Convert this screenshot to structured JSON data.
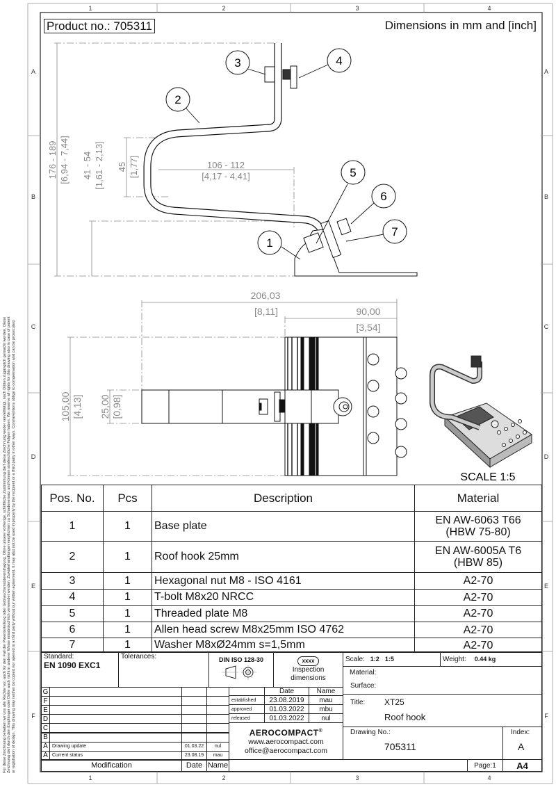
{
  "frame": {
    "columns": [
      "1",
      "2",
      "3",
      "4"
    ],
    "rows": [
      "A",
      "B",
      "C",
      "D",
      "E",
      "F"
    ]
  },
  "header": {
    "product_no": "Product no.: 705311",
    "units": "Dimensions in mm and [inch]"
  },
  "legal_notice": "Für diese Zeichnung behalten wir uns alle Rechte vor, auch für den Fall der Patenterteilung oder Gebrauchsmustereintragung. Ohne unsere vorherige, schriftliche Zustimmung darf diese Zeichnung weder vervielfältigt, noch Dritten zugänglich gemacht werden. Diese Zeichnung darf durch den Empfänger oder Dritte auch nicht in anderer Weise missbräuchlich verwendet werden. Zuwiderhandlungen verpflichten zu Schadenersatz und können strafrechtliche Folgen haben. We reserve all rights for this drawing also in case of patent or registration of design. This drawing may neither be copied nor opened to a third party without our written agreement. It may also not be used improperly by the recipient or a third party in other ways. Contraventions oblige to compensation and can be prosecuted.",
  "side_view": {
    "dims": {
      "total_height": "176 - 189",
      "total_height_in": "[6,94 - 7,44]",
      "base_height": "41 - 54",
      "base_height_in": "[1,61 - 2,13]",
      "gap": "45",
      "gap_in": "[1,77]",
      "reach": "106 - 112",
      "reach_in": "[4,17 - 4,41]"
    },
    "balloons": [
      "1",
      "2",
      "3",
      "4",
      "5",
      "6",
      "7"
    ]
  },
  "top_view": {
    "dims": {
      "length": "206,03",
      "length_in": "[8,11]",
      "plate": "90,00",
      "plate_in": "[3,54]",
      "width": "105,00",
      "width_in": "[4,13]",
      "hook_width": "25,00",
      "hook_width_in": "[0,98]"
    }
  },
  "iso_view": {
    "scale_label": "SCALE 1:5"
  },
  "parts_table": {
    "headers": [
      "Pos. No.",
      "Pcs",
      "Description",
      "Material"
    ],
    "rows": [
      {
        "pos": "1",
        "pcs": "1",
        "desc": "Base plate",
        "mat1": "EN AW-6063 T66",
        "mat2": "(HBW 75-80)"
      },
      {
        "pos": "2",
        "pcs": "1",
        "desc": "Roof hook 25mm",
        "mat1": "EN AW-6005A T6",
        "mat2": "(HBW 85)"
      },
      {
        "pos": "3",
        "pcs": "1",
        "desc": "Hexagonal nut M8 - ISO 4161",
        "mat1": "A2-70"
      },
      {
        "pos": "4",
        "pcs": "1",
        "desc": "T-bolt M8x20 NRCC",
        "mat1": "A2-70"
      },
      {
        "pos": "5",
        "pcs": "1",
        "desc": "Threaded plate M8",
        "mat1": "A2-70"
      },
      {
        "pos": "6",
        "pcs": "1",
        "desc": "Allen head screw M8x25mm ISO 4762",
        "mat1": "A2-70"
      },
      {
        "pos": "7",
        "pcs": "1",
        "desc": "Washer M8xØ24mm s=1,5mm",
        "mat1": "A2-70"
      }
    ]
  },
  "title_block": {
    "standard_label": "Standard:",
    "standard": "EN 1090 EXC1",
    "tolerances_label": "Tolerances:",
    "din": "DIN ISO 128-30",
    "inspection_badge": "xxxx",
    "inspection_1": "Inspection",
    "inspection_2": "dimensions",
    "revisions": [
      {
        "idx": "G",
        "desc": "",
        "date": "",
        "name": ""
      },
      {
        "idx": "F",
        "desc": "",
        "date": "",
        "name": ""
      },
      {
        "idx": "E",
        "desc": "",
        "date": "",
        "name": ""
      },
      {
        "idx": "D",
        "desc": "",
        "date": "",
        "name": ""
      },
      {
        "idx": "C",
        "desc": "",
        "date": "",
        "name": ""
      },
      {
        "idx": "B",
        "desc": "",
        "date": "",
        "name": ""
      },
      {
        "idx": "A",
        "desc": "Drawing update",
        "date": "01.03.22",
        "name": "nul"
      },
      {
        "idx": "A",
        "desc": "Current status",
        "date": "23.08.19",
        "name": "mau"
      }
    ],
    "rev_footer": {
      "modification": "Modification",
      "date": "Date",
      "name": "Name"
    },
    "approvals_header": {
      "date": "Date",
      "name": "Name"
    },
    "approvals": [
      {
        "label": "established",
        "date": "23.08.2019",
        "name": "mau"
      },
      {
        "label": "approved",
        "date": "01.03.2022",
        "name": "mbu"
      },
      {
        "label": "released",
        "date": "01.03.2022",
        "name": "nul"
      }
    ],
    "company": "AEROCOMPACT",
    "company_reg": "®",
    "website": "www.aerocompact.com",
    "email": "office@aerocompact.com",
    "scale_label": "Scale:",
    "scale_1": "1:2",
    "scale_2": "1:5",
    "weight_label": "Weight:",
    "weight": "0.44 kg",
    "material_label": "Material:",
    "surface_label": "Surface:",
    "title_label": "Title:",
    "title_1": "XT25",
    "title_2": "Roof hook",
    "drawing_no_label": "Drawing No.:",
    "drawing_no": "705311",
    "index_label": "Index:",
    "index": "A",
    "page": "Page:1",
    "format": "A4"
  }
}
